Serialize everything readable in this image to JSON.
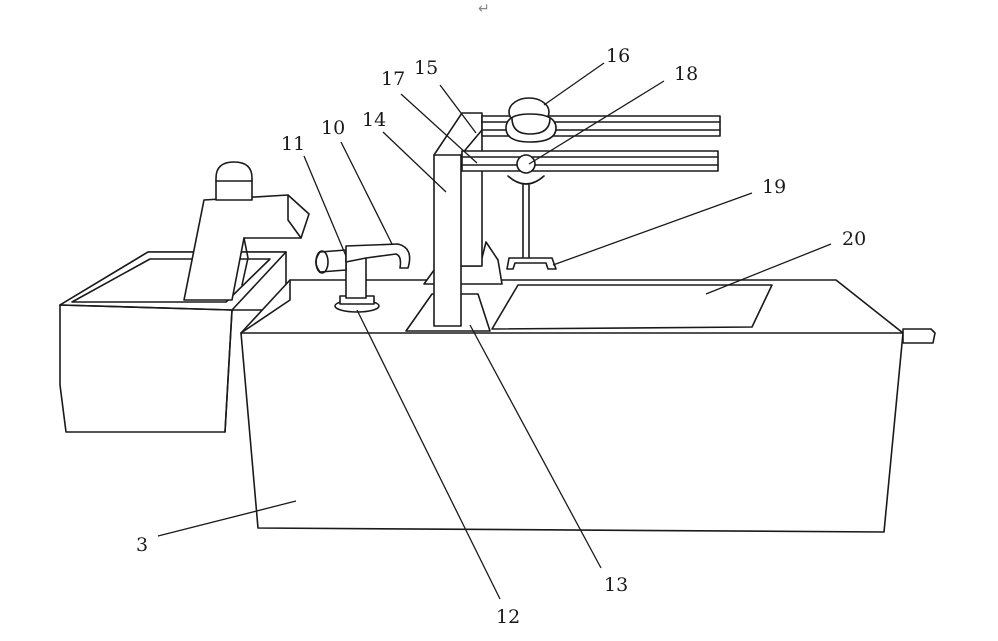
{
  "paragraph_mark": "↵",
  "labels": {
    "l3": "3",
    "l10": "10",
    "l11": "11",
    "l12": "12",
    "l13": "13",
    "l14": "14",
    "l15": "15",
    "l16": "16",
    "l17": "17",
    "l18": "18",
    "l19": "19",
    "l20": "20"
  }
}
